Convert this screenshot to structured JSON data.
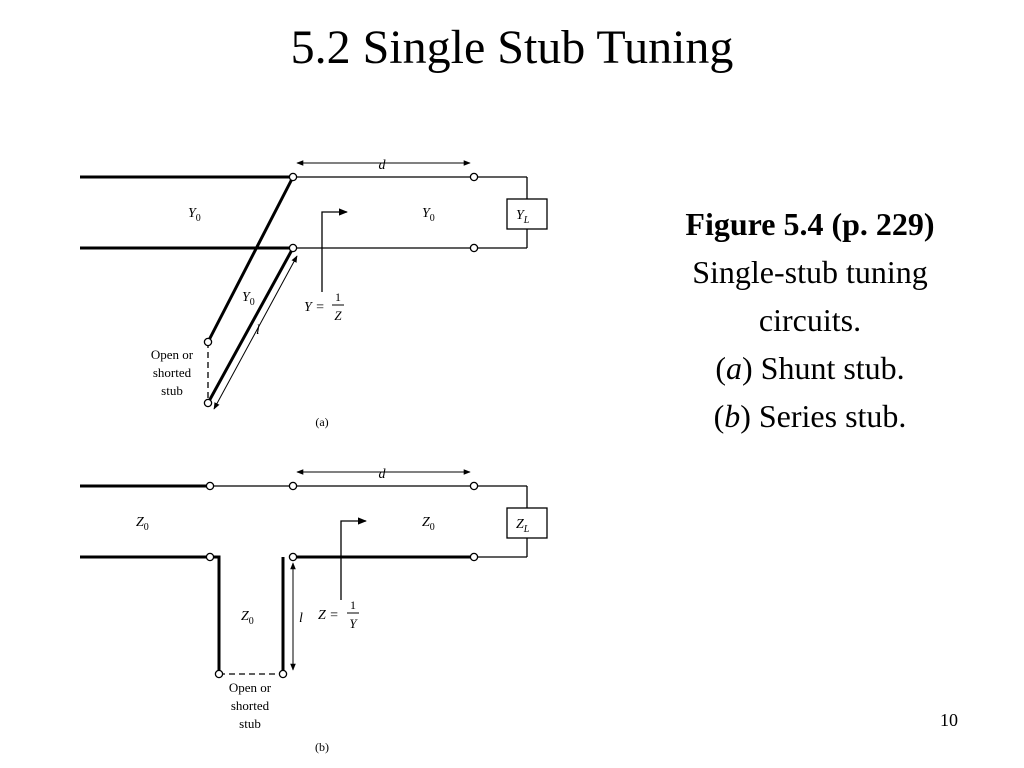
{
  "slide": {
    "title": "5.2 Single Stub Tuning",
    "page_number": "10"
  },
  "caption": {
    "figure_label": "Figure 5.4  (p. 229)",
    "line1": "Single-stub tuning",
    "line2": "circuits.",
    "shunt_letter": "a",
    "shunt_text": " Shunt stub.",
    "series_letter": "b",
    "series_text": " Series stub."
  },
  "diagram_a": {
    "distance_label": "d",
    "line_left_label": "Y",
    "line_right_label": "Y",
    "line_sub": "0",
    "stub_label": "Y",
    "stub_sub": "0",
    "load_label": "Y",
    "load_sub": "L",
    "length_label": "l",
    "admittance_lhs": "Y =",
    "frac_num": "1",
    "frac_den": "Z",
    "stub_note_1": "Open or",
    "stub_note_2": "shorted",
    "stub_note_3": "stub",
    "panel_label": "(a)"
  },
  "diagram_b": {
    "distance_label": "d",
    "line_left_label": "Z",
    "line_right_label": "Z",
    "line_sub": "0",
    "stub_label": "Z",
    "stub_sub": "0",
    "load_label": "Z",
    "load_sub": "L",
    "length_label": "l",
    "impedance_lhs": "Z =",
    "frac_num": "1",
    "frac_den": "Y",
    "stub_note_1": "Open or",
    "stub_note_2": "shorted",
    "stub_note_3": "stub",
    "panel_label": "(b)"
  }
}
